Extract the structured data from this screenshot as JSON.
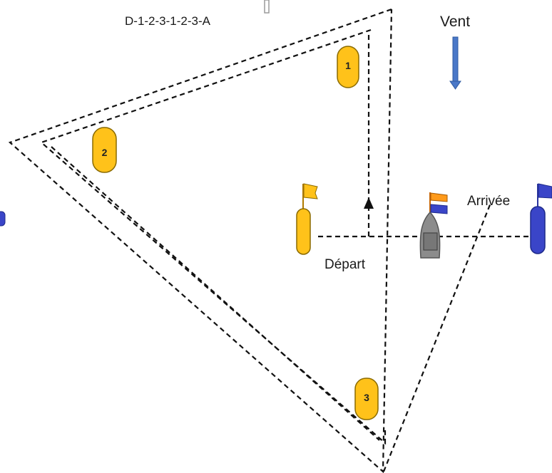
{
  "course": "D-1-2-3-1-2-3-A",
  "wind_label": "Vent",
  "start_label": "Départ",
  "finish_label": "Arrivée",
  "marks": [
    {
      "number": "1"
    },
    {
      "number": "2"
    },
    {
      "number": "3"
    }
  ],
  "colors": {
    "mark_yellow": "#ffc21a",
    "mark_outline": "#8a6a00",
    "blue": "#3a45c8",
    "wind_arrow": "#4a78c8",
    "flag_orange": "#ff9a1a",
    "boat_gray": "#808080",
    "line": "#111111"
  }
}
